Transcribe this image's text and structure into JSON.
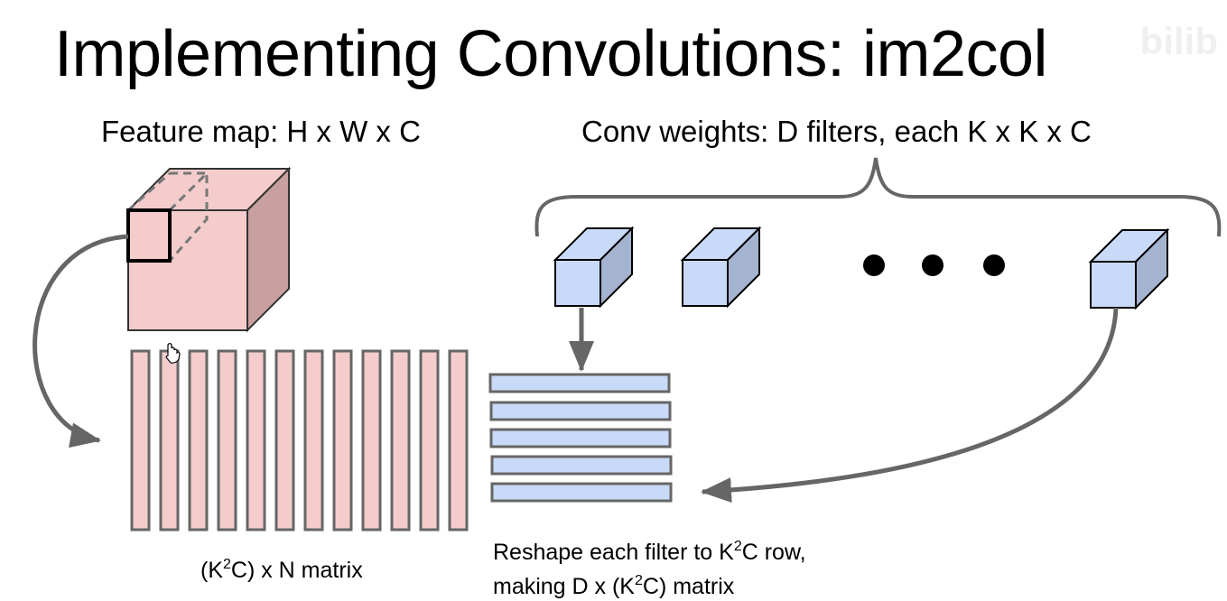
{
  "title": "Implementing Convolutions: im2col",
  "feature_map_label": "Feature map: H x W x C",
  "conv_weights_label": "Conv weights: D filters, each K x K x C",
  "matrix_caption": {
    "pre": "(K",
    "sup": "2",
    "post": "C) x N matrix"
  },
  "reshape_caption": {
    "line1_pre": "Reshape each filter to K",
    "line1_sup": "2",
    "line1_post": "C row,",
    "line2_pre": "making D x (K",
    "line2_sup": "2",
    "line2_post": "C) matrix"
  },
  "watermark": "bilib",
  "colors": {
    "pink_front": "#f4cccc",
    "pink_side": "#c8a09f",
    "blue_front": "#c9daf8",
    "blue_side": "#a4b3cf",
    "outline": "#666666",
    "arrow": "#666666"
  }
}
